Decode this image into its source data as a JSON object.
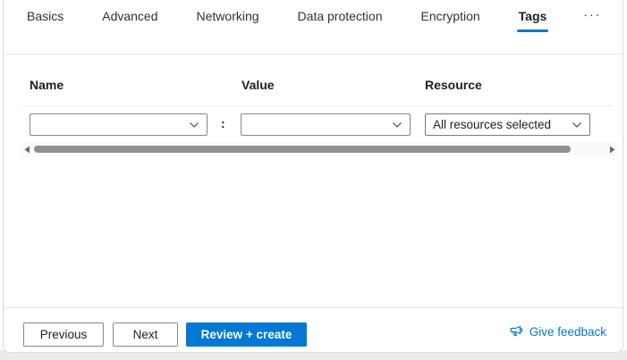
{
  "tabs": {
    "items": [
      {
        "label": "Basics",
        "selected": false
      },
      {
        "label": "Advanced",
        "selected": false
      },
      {
        "label": "Networking",
        "selected": false
      },
      {
        "label": "Data protection",
        "selected": false
      },
      {
        "label": "Encryption",
        "selected": false
      },
      {
        "label": "Tags",
        "selected": true
      }
    ],
    "more_label": "···"
  },
  "tag_editor": {
    "columns": {
      "name": "Name",
      "value": "Value",
      "resource": "Resource"
    },
    "row": {
      "name_value": "",
      "colon": ":",
      "value_value": "",
      "resource_value": "All resources selected"
    }
  },
  "footer": {
    "previous": "Previous",
    "next": "Next",
    "review_create": "Review + create",
    "feedback": "Give feedback"
  },
  "colors": {
    "accent": "#0078d4",
    "selected_tab_underline": "#0078d4",
    "dropdown_border": "#8a8886",
    "scrollbar_thumb": "#919191",
    "primary_button_bg": "#0078d4",
    "primary_button_text": "#ffffff",
    "feedback_link": "#0078d4"
  }
}
